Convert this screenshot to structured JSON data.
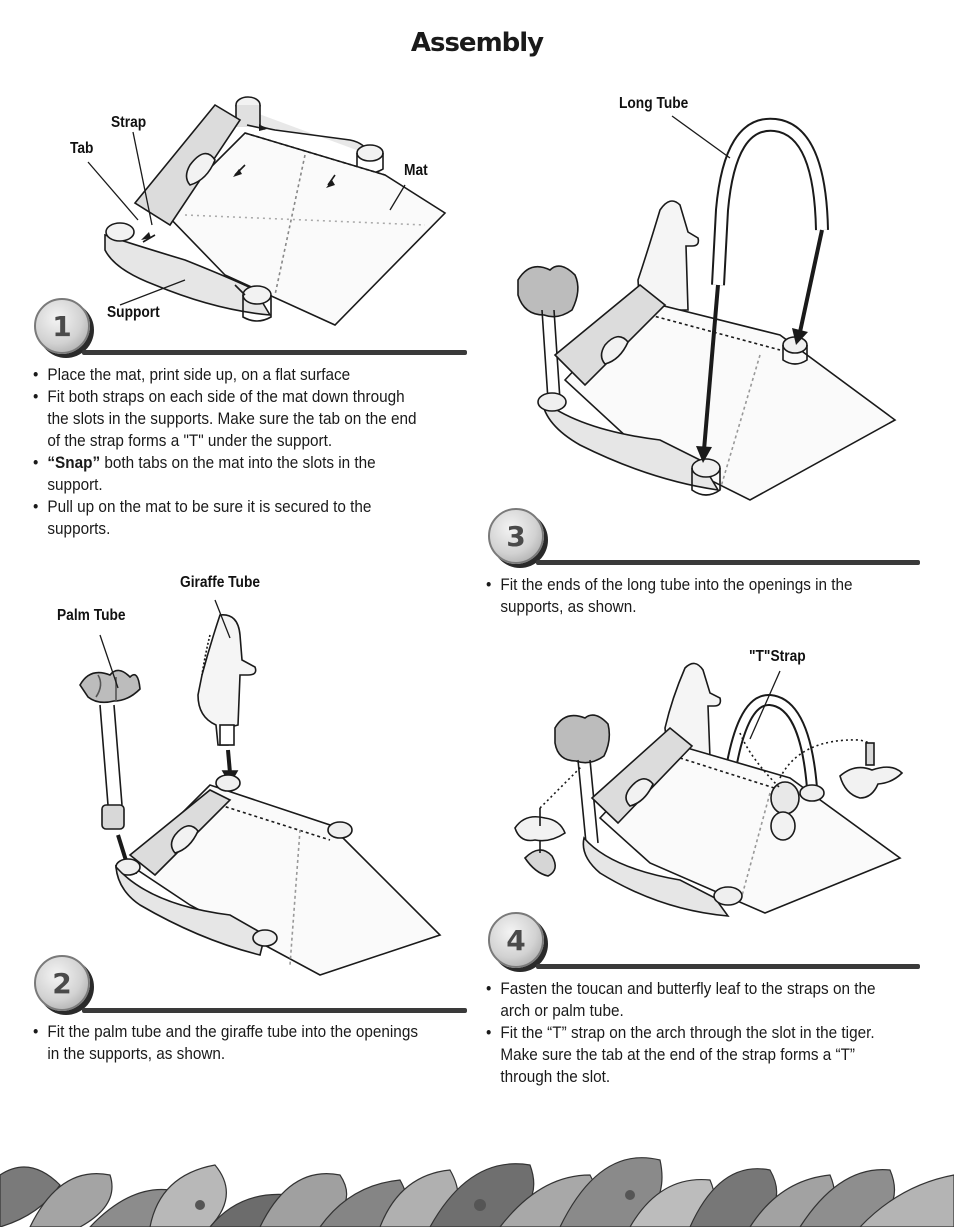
{
  "page": {
    "title": "Assembly"
  },
  "step1": {
    "number": "1",
    "callouts": {
      "strap": "Strap",
      "tab": "Tab",
      "mat": "Mat",
      "support": "Support"
    },
    "bullets": [
      {
        "text": "Place the mat, print side up, on a flat surface"
      },
      {
        "text": "Fit both straps on each side of the mat down through the slots in the supports. Make sure the tab on the end of the strap forms a \"T\" under the support."
      },
      {
        "bold": "“Snap”",
        "text": " both tabs on the mat into the slots in the support."
      },
      {
        "text": "Pull up on the mat to be sure it is secured to the supports."
      }
    ]
  },
  "step2": {
    "number": "2",
    "callouts": {
      "giraffe_tube": "Giraffe Tube",
      "palm_tube": "Palm Tube"
    },
    "bullets": [
      {
        "text": "Fit the palm tube and the giraffe tube into the openings in the supports, as shown."
      }
    ]
  },
  "step3": {
    "number": "3",
    "callouts": {
      "long_tube": "Long Tube"
    },
    "bullets": [
      {
        "text": "Fit the ends of the long tube into the openings in the supports, as shown."
      }
    ]
  },
  "step4": {
    "number": "4",
    "callouts": {
      "t_strap": "\"T\"Strap"
    },
    "bullets": [
      {
        "text": "Fasten the toucan and butterfly leaf to the straps on the arch or palm tube."
      },
      {
        "text": "Fit the “T” strap on the arch through the slot in the tiger. Make sure the tab at the end of the strap forms a “T” through the slot."
      }
    ]
  },
  "colors": {
    "ink": "#1a1a1a",
    "badge_gray": "#d2d2d2",
    "rule": "#3a3a3a",
    "leaf_gray": "#9a9a9a"
  }
}
